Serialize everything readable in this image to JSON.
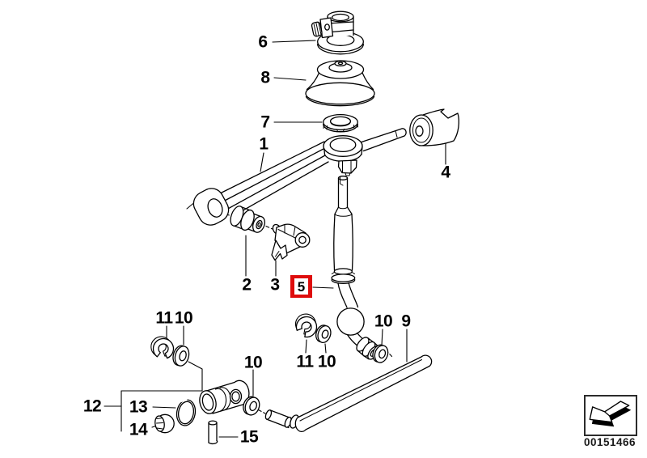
{
  "figure": {
    "image_number": "00151466",
    "background_color": "#ffffff",
    "line_color": "#000000",
    "highlight_color": "#de0c0c",
    "highlighted_part": "5"
  },
  "part_labels": {
    "p1": "1",
    "p2": "2",
    "p3": "3",
    "p4": "4",
    "p5": "5",
    "p6": "6",
    "p7": "7",
    "p8": "8",
    "p9": "9",
    "p10": "10",
    "p11": "11",
    "p12": "12",
    "p13": "13",
    "p14": "14",
    "p15": "15"
  },
  "icons": {
    "direction_arrow": "arrow-down-left-3d"
  }
}
